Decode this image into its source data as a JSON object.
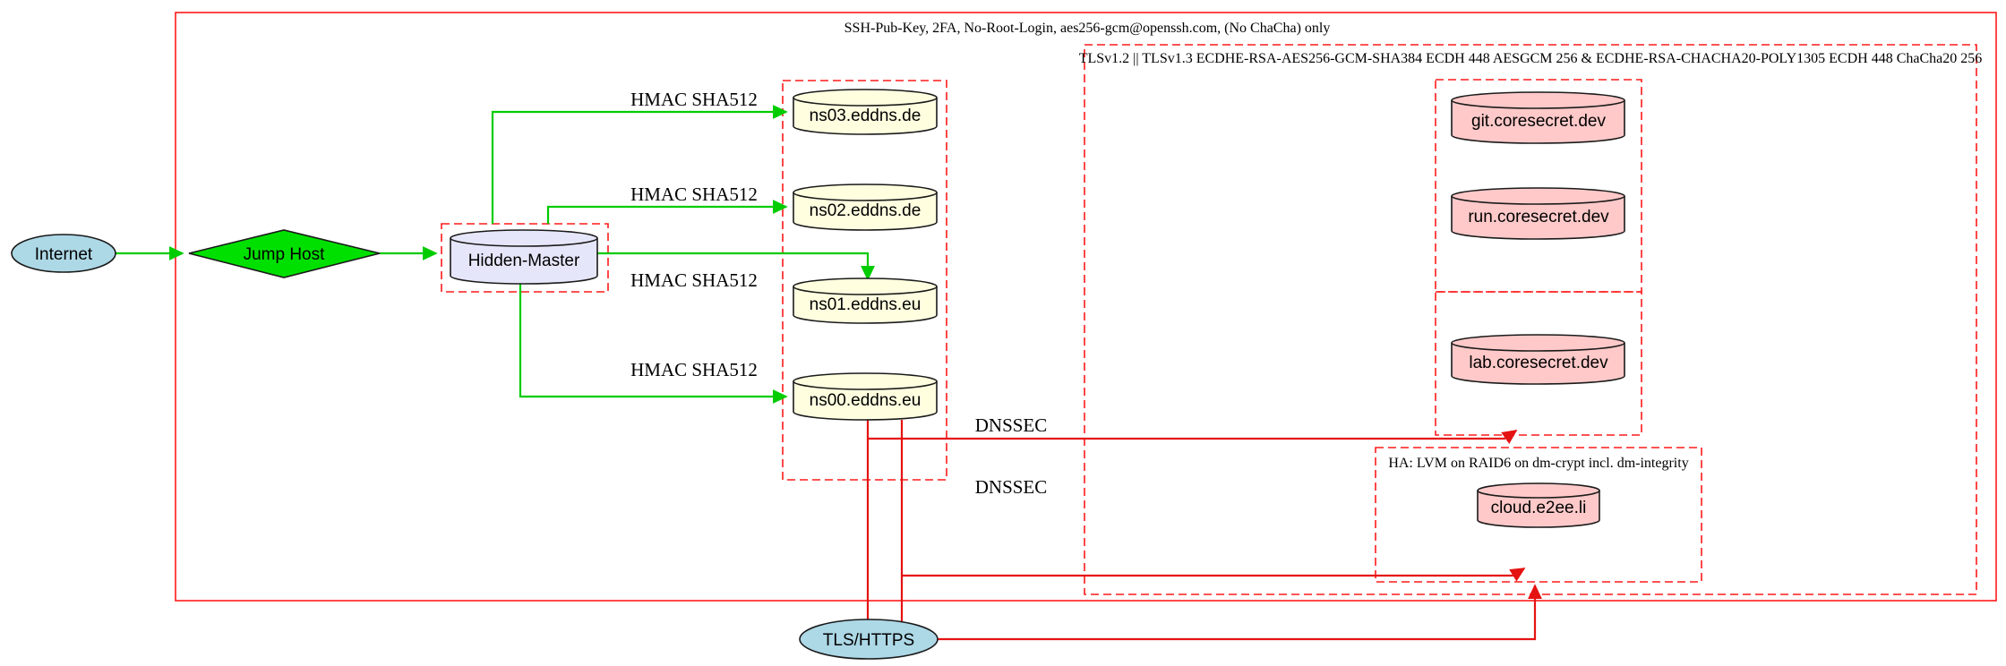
{
  "clusters": {
    "ssh": {
      "label": "SSH-Pub-Key, 2FA, No-Root-Login, aes256-gcm@openssh.com, (No ChaCha) only"
    },
    "tls": {
      "label": "TLSv1.2 || TLSv1.3 ECDHE-RSA-AES256-GCM-SHA384 ECDH 448 AESGCM 256 & ECDHE-RSA-CHACHA20-POLY1305 ECDH 448 ChaCha20 256"
    },
    "ha": {
      "label": "HA: LVM on RAID6 on dm-crypt incl. dm-integrity"
    }
  },
  "nodes": {
    "internet": {
      "label": "Internet",
      "shape": "ellipse"
    },
    "jump_host": {
      "label": "Jump Host",
      "shape": "diamond"
    },
    "hidden_master": {
      "label": "Hidden-Master",
      "shape": "cylinder"
    },
    "ns03": {
      "label": "ns03.eddns.de",
      "shape": "cylinder"
    },
    "ns02": {
      "label": "ns02.eddns.de",
      "shape": "cylinder"
    },
    "ns01": {
      "label": "ns01.eddns.eu",
      "shape": "cylinder"
    },
    "ns00": {
      "label": "ns00.eddns.eu",
      "shape": "cylinder"
    },
    "git": {
      "label": "git.coresecret.dev",
      "shape": "cylinder"
    },
    "run": {
      "label": "run.coresecret.dev",
      "shape": "cylinder"
    },
    "lab": {
      "label": "lab.coresecret.dev",
      "shape": "cylinder"
    },
    "cloud": {
      "label": "cloud.e2ee.li",
      "shape": "cylinder"
    },
    "tls_https": {
      "label": "TLS/HTTPS",
      "shape": "ellipse"
    }
  },
  "edge_labels": {
    "hmac1": "HMAC SHA512",
    "hmac2": "HMAC SHA512",
    "hmac3": "HMAC SHA512",
    "hmac4": "HMAC SHA512",
    "dnssec1": "DNSSEC",
    "dnssec2": "DNSSEC"
  },
  "colors": {
    "endpoint": "#add8e6",
    "jump": "#00e000",
    "master": "#e6e6fa",
    "dns": "#ffffe0",
    "service": "#ffc9c9",
    "secure_edge": "#00cc00",
    "tls_edge": "#e51212",
    "cluster_border": "#ff1a1a"
  }
}
